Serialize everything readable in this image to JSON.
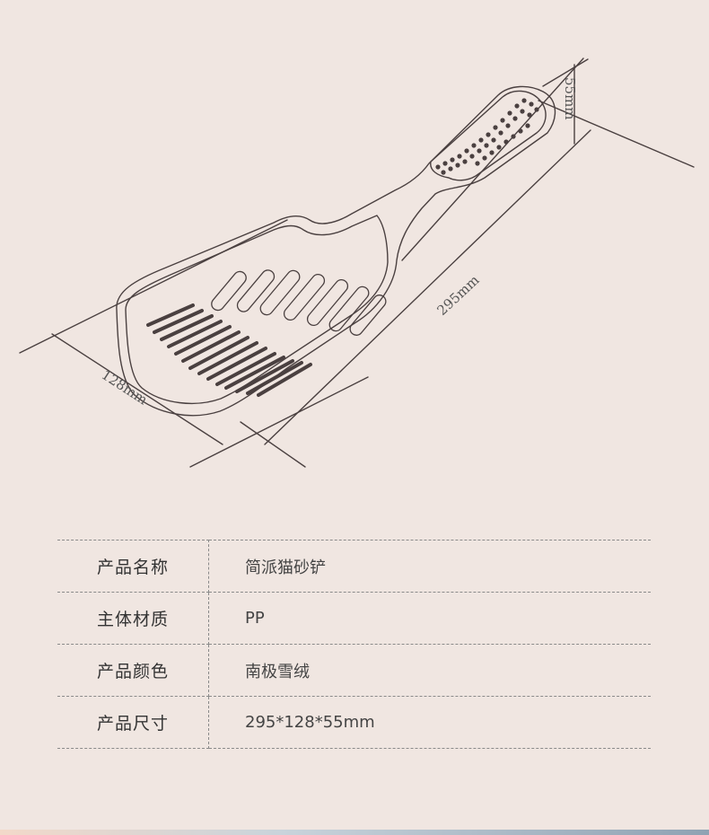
{
  "dimensions": {
    "length_label": "295mm",
    "width_label": "128mm",
    "height_label": "55mm"
  },
  "specs": [
    {
      "label": "产品名称",
      "value": "简派猫砂铲"
    },
    {
      "label": "主体材质",
      "value": "PP"
    },
    {
      "label": "产品颜色",
      "value": "南极雪绒"
    },
    {
      "label": "产品尺寸",
      "value": "295*128*55mm"
    }
  ],
  "colors": {
    "background": "#f0e6e1",
    "line": "#4a4040",
    "table_border": "#8a8a8a"
  }
}
